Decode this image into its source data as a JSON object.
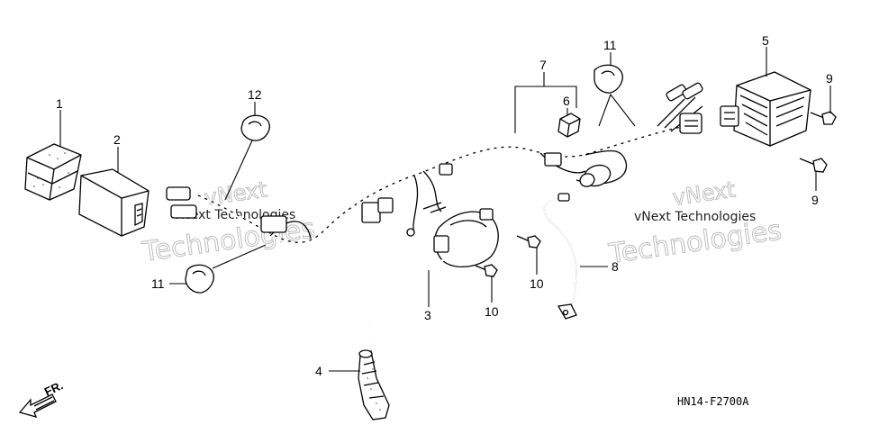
{
  "callouts": {
    "c1": "1",
    "c2": "2",
    "c3": "3",
    "c4": "4",
    "c5": "5",
    "c6": "6",
    "c7": "7",
    "c8": "8",
    "c9a": "9",
    "c9b": "9",
    "c10a": "10",
    "c10b": "10",
    "c11a": "11",
    "c11b": "11",
    "c12": "12"
  },
  "diagram_code": "HN14-F2700A",
  "front_indicator": "FR.",
  "watermark": {
    "line1": "vNext",
    "line2": "Technologies",
    "plain": "vNext Technologies"
  }
}
